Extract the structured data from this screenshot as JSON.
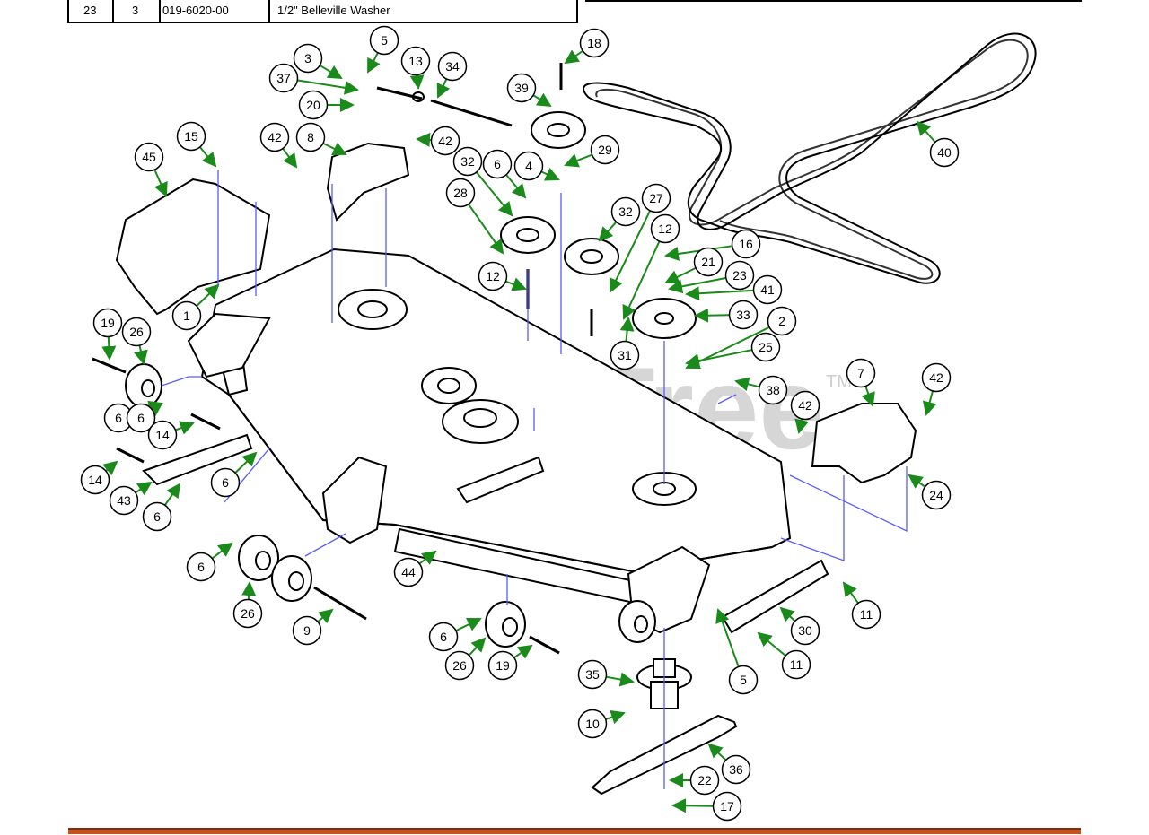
{
  "parts_table_row": {
    "ref": "23",
    "qty": "3",
    "part_number": "019-6020-00",
    "description": "1/2\" Belleville Washer"
  },
  "watermark": {
    "text": "PartsTree",
    "trademark": "TM"
  },
  "callouts": [
    "1",
    "2",
    "3",
    "4",
    "5",
    "5",
    "6",
    "6",
    "6",
    "6",
    "6",
    "6",
    "6",
    "7",
    "8",
    "9",
    "10",
    "11",
    "11",
    "12",
    "12",
    "13",
    "14",
    "14",
    "15",
    "16",
    "17",
    "18",
    "19",
    "19",
    "20",
    "21",
    "22",
    "23",
    "24",
    "25",
    "26",
    "26",
    "26",
    "27",
    "28",
    "29",
    "30",
    "31",
    "32",
    "32",
    "33",
    "34",
    "35",
    "36",
    "37",
    "38",
    "39",
    "40",
    "41",
    "42",
    "42",
    "42",
    "42",
    "43",
    "44",
    "45"
  ],
  "colors": {
    "callout_arrow": "#1a8a1a",
    "leader_line": "#5a5aff",
    "outline": "#000000",
    "accent_bar": "#c8501a"
  }
}
